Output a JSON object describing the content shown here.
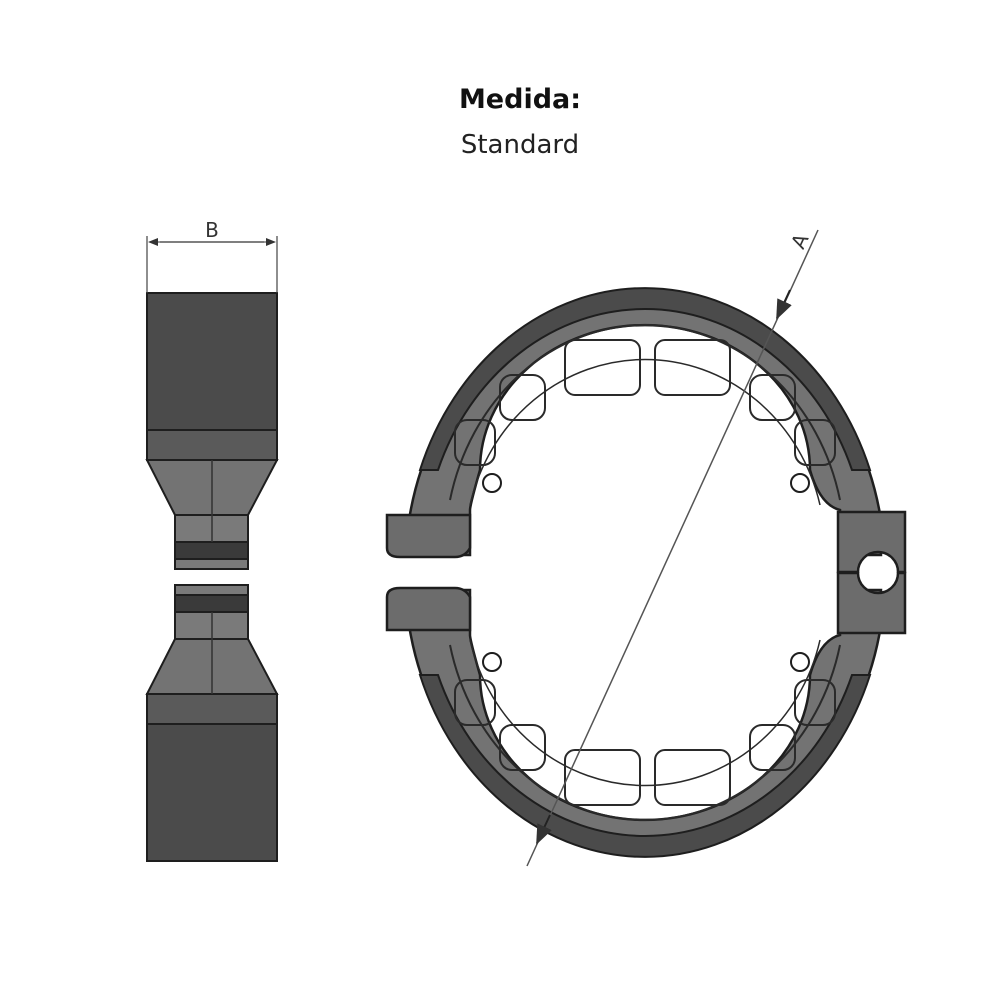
{
  "heading": {
    "label": "Medida:",
    "value": "Standard"
  },
  "dimensions": {
    "width_label": "B",
    "diameter_label": "A"
  },
  "colors": {
    "lining": "#4b4b4b",
    "body": "#737373",
    "outline": "#1e1e1e"
  }
}
